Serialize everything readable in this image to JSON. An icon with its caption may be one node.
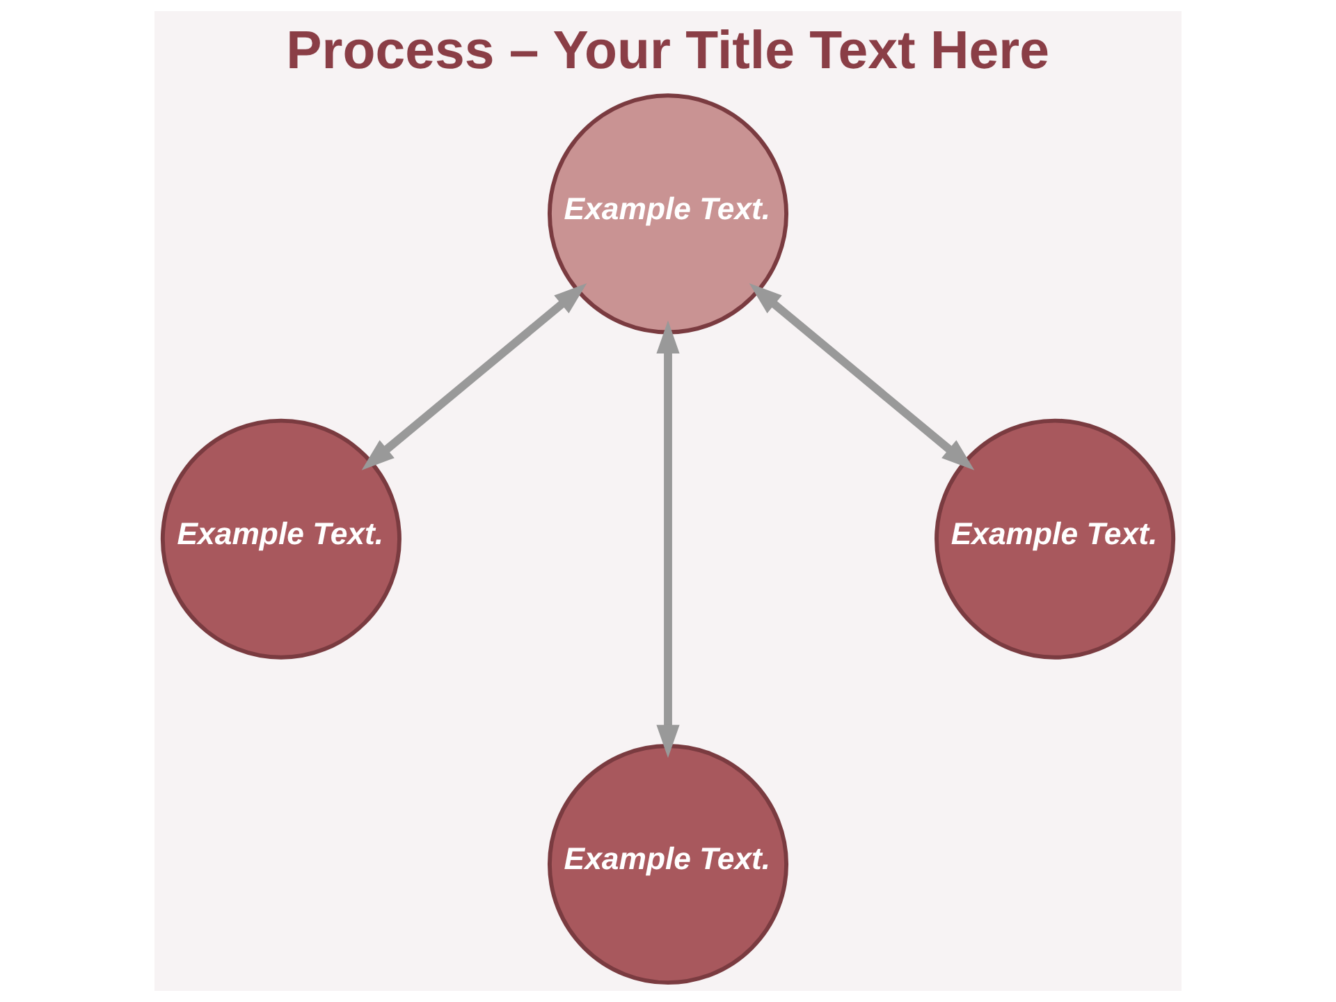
{
  "diagram": {
    "title": "Process – Your Title Text Here",
    "nodes": [
      {
        "text": [
          "Example Text."
        ]
      },
      {
        "text": [
          "Example Text."
        ]
      },
      {
        "text": [
          "Example Text."
        ]
      },
      {
        "text": [
          "Example Text."
        ]
      }
    ],
    "edges": [
      {
        "from": 1,
        "to": 0,
        "arrow": "both"
      },
      {
        "from": 0,
        "to": 2,
        "arrow": "both"
      },
      {
        "from": 0,
        "to": 3,
        "arrow": "both"
      }
    ]
  }
}
